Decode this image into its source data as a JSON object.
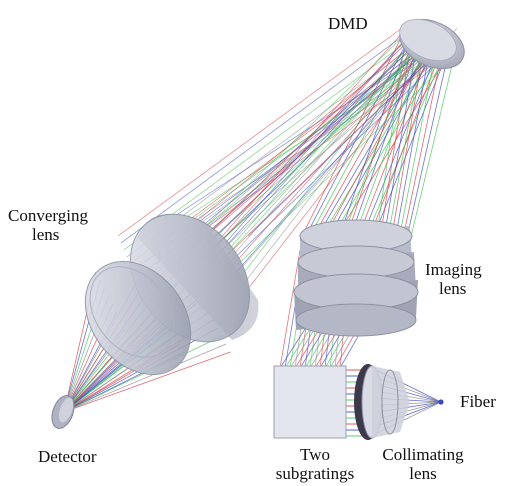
{
  "labels": {
    "dmd": "DMD",
    "converging_lens": [
      "Converging",
      "lens"
    ],
    "imaging_lens": [
      "Imaging",
      "lens"
    ],
    "fiber": "Fiber",
    "detector": "Detector",
    "two_subgratings": [
      "Two",
      "subgratings"
    ],
    "collimating_lens": [
      "Collimating",
      "lens"
    ]
  },
  "colors": {
    "ray_red": "#d63a44",
    "ray_blue": "#3a46c2",
    "ray_green": "#3fbf55",
    "ray_gray": "#8a8a8a",
    "component_fill": "#c4c8d6",
    "component_edge": "#8d92a3"
  }
}
